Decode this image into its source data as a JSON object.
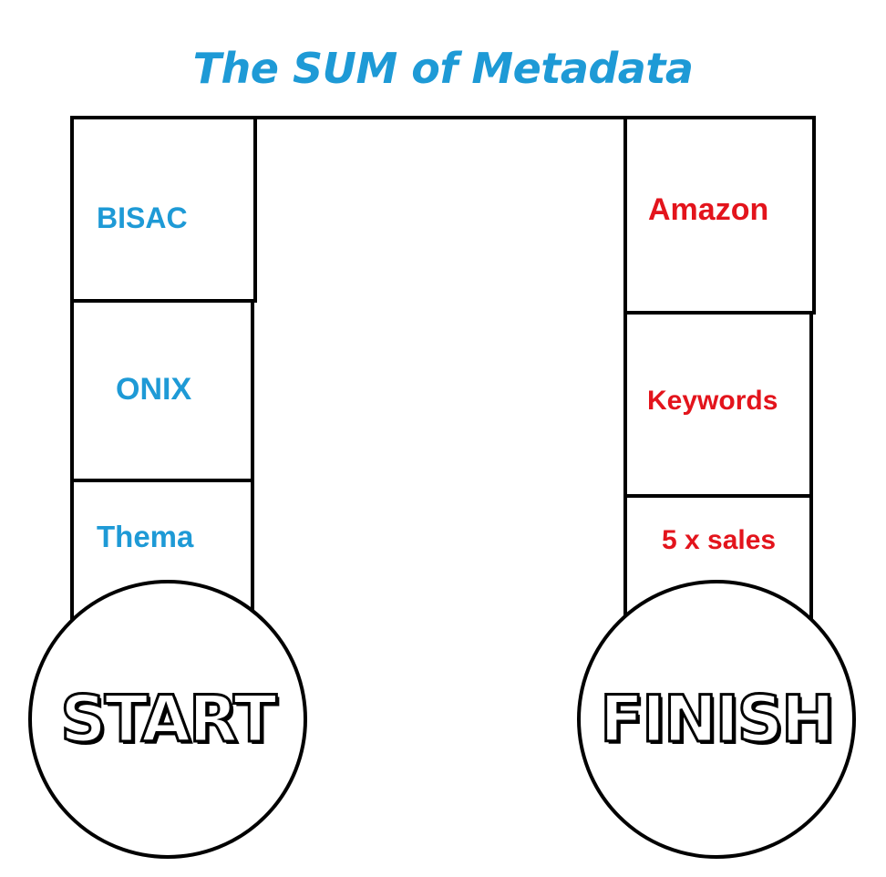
{
  "title": "The SUM of Metadata",
  "colors": {
    "title": "#1e9ad6",
    "left_labels": "#1e9ad6",
    "right_labels": "#e3141c",
    "outline": "#000000"
  },
  "left_column": {
    "items": [
      "BISAC",
      "ONIX",
      "Thema"
    ]
  },
  "right_column": {
    "items": [
      "Amazon",
      "Keywords",
      "5 x sales"
    ]
  },
  "start_label": "START",
  "finish_label": "FINISH"
}
